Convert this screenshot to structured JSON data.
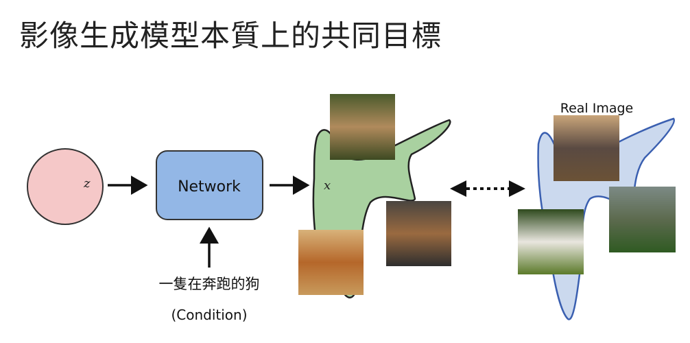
{
  "title": "影像生成模型本質上的共同目標",
  "diagram": {
    "latent_label": "z",
    "network_label": "Network",
    "output_label": "x",
    "condition_text": "一隻在奔跑的狗",
    "condition_label": "(Condition)",
    "real_image_label": "Real Image"
  },
  "colors": {
    "latent_fill": "#f5c8c8",
    "network_fill": "#93b7e6",
    "generated_fill": "#a9d1a0",
    "real_fill": "#cbd9ee",
    "real_stroke": "#3a5fb0"
  }
}
